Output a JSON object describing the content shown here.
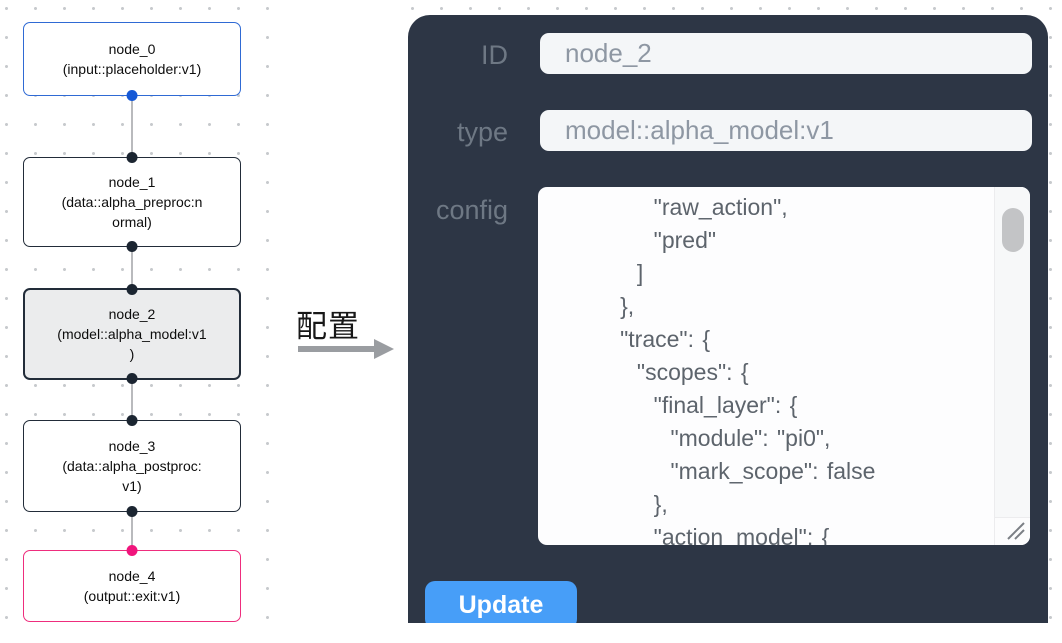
{
  "flow": {
    "nodes": [
      {
        "id": "node_0",
        "label": "node_0\n(input::placeholder:v1)",
        "role": "input"
      },
      {
        "id": "node_1",
        "label": "node_1\n(data::alpha_preproc:n\normal)",
        "role": "data"
      },
      {
        "id": "node_2",
        "label": "node_2\n(model::alpha_model:v1\n)",
        "role": "model-selected"
      },
      {
        "id": "node_3",
        "label": "node_3\n(data::alpha_postproc:\nv1)",
        "role": "data"
      },
      {
        "id": "node_4",
        "label": "node_4\n(output::exit:v1)",
        "role": "output"
      }
    ]
  },
  "annotation": {
    "label": "配置"
  },
  "panel": {
    "id_label": "ID",
    "id_value": "node_2",
    "type_label": "type",
    "type_value": "model::alpha_model:v1",
    "config_label": "config",
    "config_text": "            \"raw_action\",\n            \"pred\"\n          ]\n        },\n        \"trace\": {\n          \"scopes\": {\n            \"final_layer\": {\n              \"module\": \"pi0\",\n              \"mark_scope\": false\n            },\n            \"action_model\": {",
    "update_label": "Update"
  },
  "colors": {
    "panel_bg": "#2d3645",
    "accent_blue": "#479ef8",
    "node_input_border": "#2f6ad4",
    "node_output_border": "#ee2d7d",
    "node_selected_bg": "#ebeced",
    "edge": "#b9babd"
  }
}
